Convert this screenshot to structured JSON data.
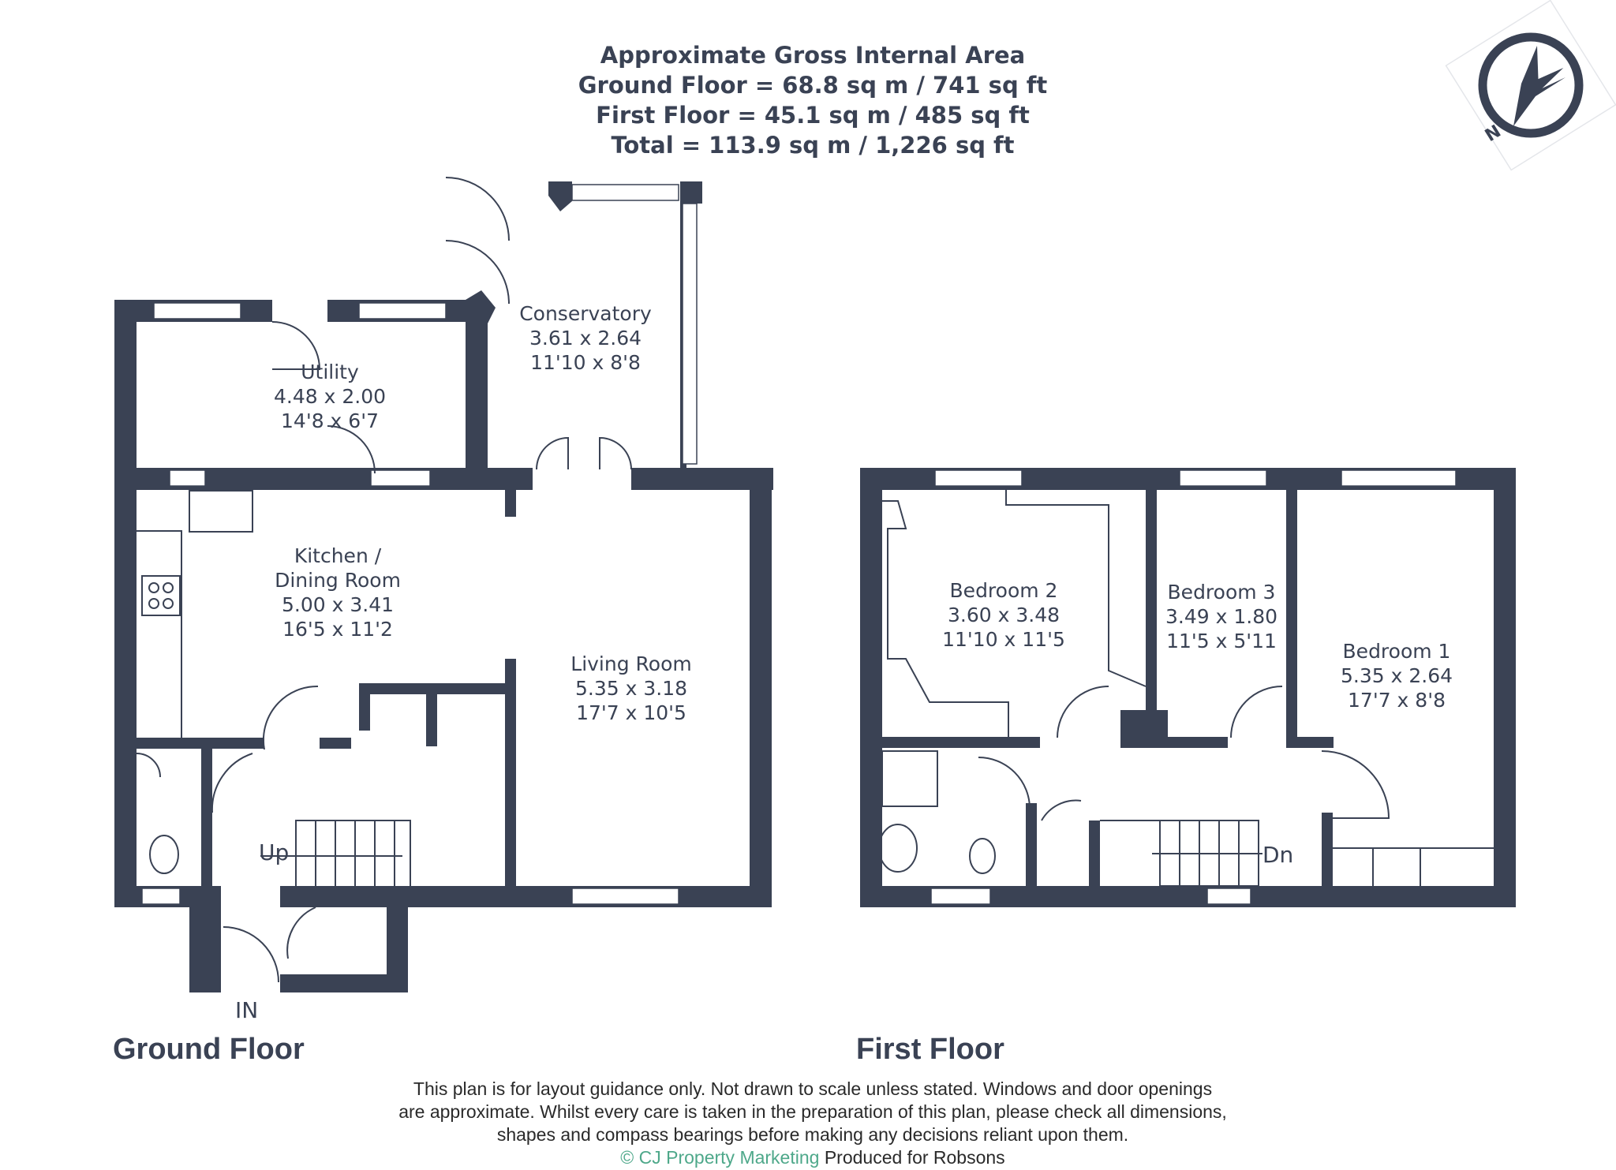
{
  "area_summary": {
    "heading": "Approximate Gross Internal Area",
    "ground_floor": "Ground Floor = 68.8 sq m / 741 sq ft",
    "first_floor": "First Floor = 45.1 sq m / 485 sq ft",
    "total": "Total = 113.9 sq m / 1,226 sq ft"
  },
  "compass": {
    "label": "N",
    "icon": "compass-icon"
  },
  "floors": {
    "ground": {
      "label": "Ground Floor",
      "rooms": {
        "conservatory": {
          "name": "Conservatory",
          "metric": "3.61 x 2.64",
          "imperial": "11'10 x 8'8"
        },
        "utility": {
          "name": "Utility",
          "metric": "4.48 x 2.00",
          "imperial": "14'8 x 6'7"
        },
        "kitchen": {
          "name_line1": "Kitchen /",
          "name_line2": "Dining Room",
          "metric": "5.00 x 3.41",
          "imperial": "16'5 x 11'2"
        },
        "living": {
          "name": "Living Room",
          "metric": "5.35 x 3.18",
          "imperial": "17'7 x 10'5"
        }
      },
      "stairs_label": "Up",
      "entrance_label": "IN"
    },
    "first": {
      "label": "First Floor",
      "rooms": {
        "bedroom2": {
          "name": "Bedroom 2",
          "metric": "3.60 x 3.48",
          "imperial": "11'10 x 11'5"
        },
        "bedroom3": {
          "name": "Bedroom 3",
          "metric": "3.49 x 1.80",
          "imperial": "11'5 x 5'11"
        },
        "bedroom1": {
          "name": "Bedroom 1",
          "metric": "5.35 x 2.64",
          "imperial": "17'7 x 8'8"
        }
      },
      "stairs_label": "Dn"
    }
  },
  "disclaimer": {
    "line1": "This plan is for layout guidance only. Not drawn to scale unless stated. Windows and door openings",
    "line2": "are approximate. Whilst every care is taken in the preparation of this plan, please check all dimensions,",
    "line3": "shapes and compass bearings before making any decisions reliant upon them.",
    "credit_brand": "© CJ Property Marketing",
    "credit_rest": " Produced for Robsons"
  },
  "colors": {
    "wall": "#3a4254",
    "accent": "#4ea88a"
  }
}
